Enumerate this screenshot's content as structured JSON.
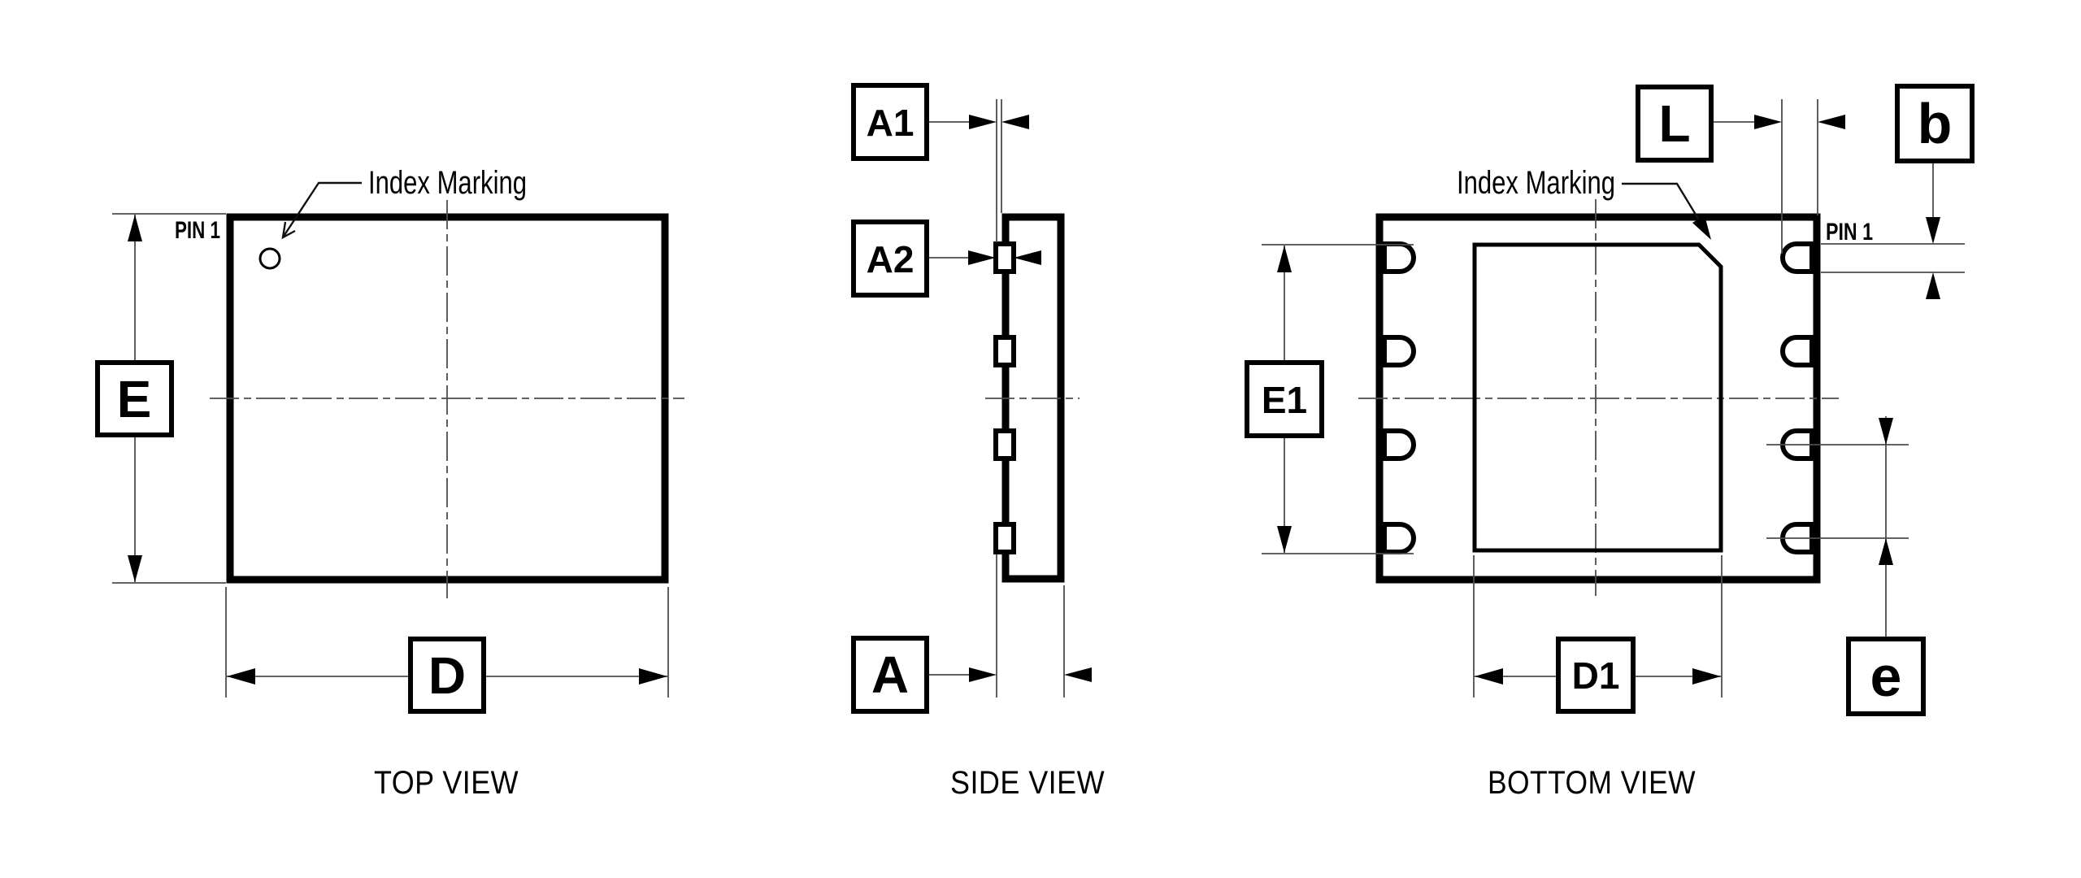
{
  "background_color": "#ffffff",
  "line_color": "#000000",
  "thin_line_color": "#4d4d4d",
  "captions": {
    "top_view": "TOP VIEW",
    "side_view": "SIDE VIEW",
    "bottom_view": "BOTTOM VIEW"
  },
  "annotations": {
    "pin1": "PIN 1",
    "index_marking": "Index Marking"
  },
  "dimension_labels": {
    "E": "E",
    "D": "D",
    "A1": "A1",
    "A2": "A2",
    "A": "A",
    "E1": "E1",
    "D1": "D1",
    "L": "L",
    "b": "b",
    "e": "e"
  }
}
